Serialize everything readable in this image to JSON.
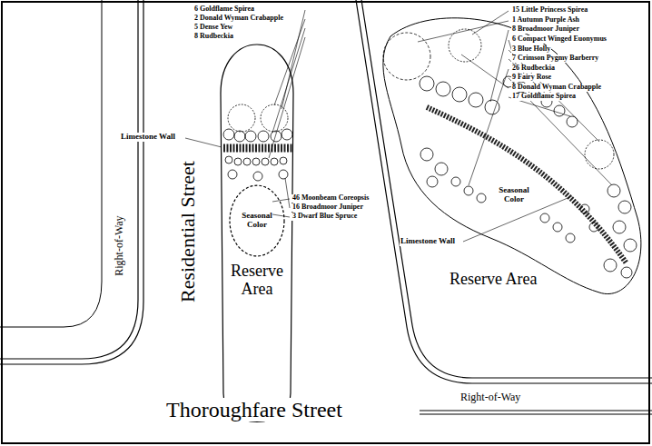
{
  "diagram": {
    "nodes": [
      {
        "text": [
          "Reserve Area"
        ]
      },
      {
        "text": [
          "Seasonal Color"
        ],
        "in": 0
      }
    ],
    "labels": [
      "Right-of-Way",
      "Residential Street",
      "Thoroughfare Street",
      "Limestone Wall",
      "6 Goldflame Spirea",
      "2 Donald Wyman Crabapple",
      "5 Dense Yew",
      "8 Rudbeckia",
      "46 Moonbeam Coreopsis",
      "16 Broadmoor Juniper",
      "3 Dwarf Blue Spruce",
      "Limestone Wall",
      "Seasonal Color",
      "Reserve Area",
      "Right-of-Way",
      "15 Little Princess Spirea",
      "1 Autumn Purple Ash",
      "8 Broadmoor Juniper",
      "6 Compact Winged Euonymus",
      "3 Blue Holly",
      "7 Crimson Pygmy Barberry",
      "26 Rudbeckia",
      "9 Fairy Rose",
      "8 Donald Wyman Crabapple",
      "17 Goldflame Spirea"
    ]
  }
}
